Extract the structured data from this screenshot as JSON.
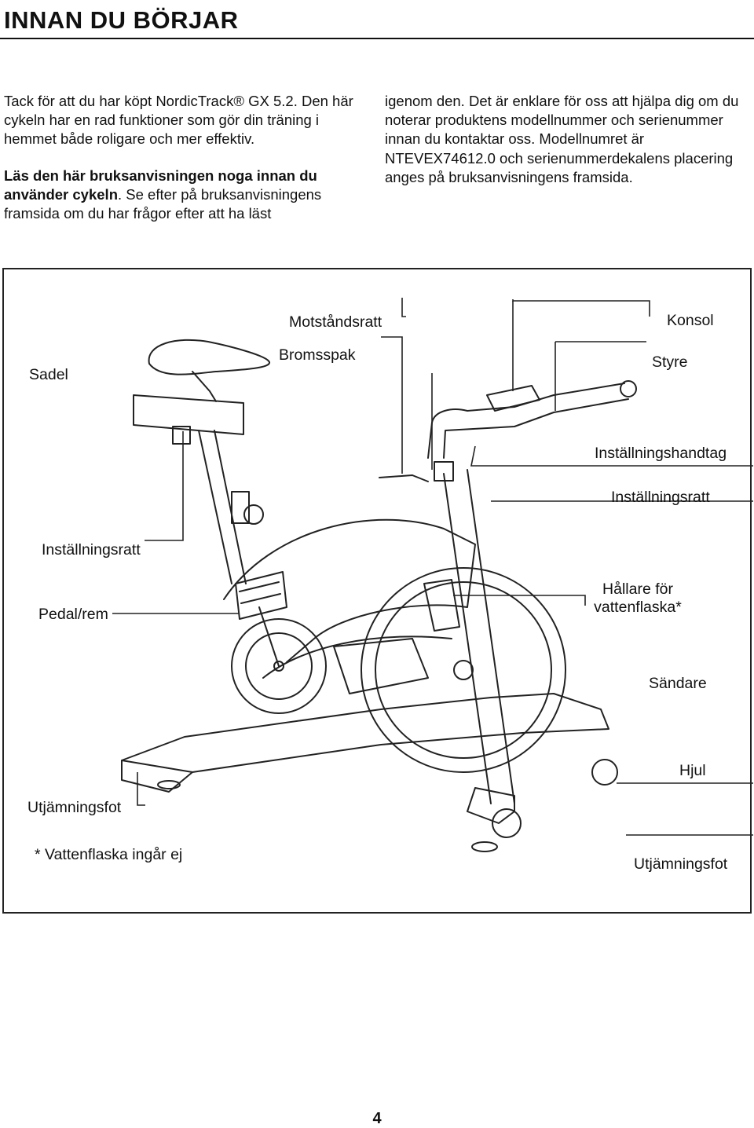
{
  "header": {
    "title": "INNAN DU BÖRJAR"
  },
  "intro": {
    "left": {
      "p1": "Tack för att du har köpt NordicTrack® GX 5.2. Den här cykeln har en rad funktioner som gör din träning i hemmet både roligare och mer effektiv.",
      "p2_bold": "Läs den här bruksanvisningen noga innan du använder cykeln",
      "p2_rest": ". Se efter på bruksanvisningens framsida om du har frågor efter att ha läst"
    },
    "right": {
      "p1": "igenom den. Det är enklare för oss att hjälpa dig om du noterar produktens modellnummer och serienummer innan du kontaktar oss. Modellnumret är NTEVEX74612.0 och serienummerdekalens placering anges på bruksanvisningens framsida."
    }
  },
  "diagram": {
    "labels": {
      "motstandsratt": "Motståndsratt",
      "konsol": "Konsol",
      "sadel": "Sadel",
      "bromsspak": "Bromsspak",
      "styre": "Styre",
      "installningshandtag": "Inställningshandtag",
      "installningsratt_right": "Inställningsratt",
      "installningsratt_left": "Inställningsratt",
      "pedal_rem": "Pedal/rem",
      "hallare_line1": "Hållare för",
      "hallare_line2": "vattenflaska*",
      "sandare": "Sändare",
      "hjul": "Hjul",
      "utjamningsfot_left": "Utjämningsfot",
      "utjamningsfot_right": "Utjämningsfot"
    },
    "footnote": "* Vattenflaska ingår ej"
  },
  "page_number": "4"
}
